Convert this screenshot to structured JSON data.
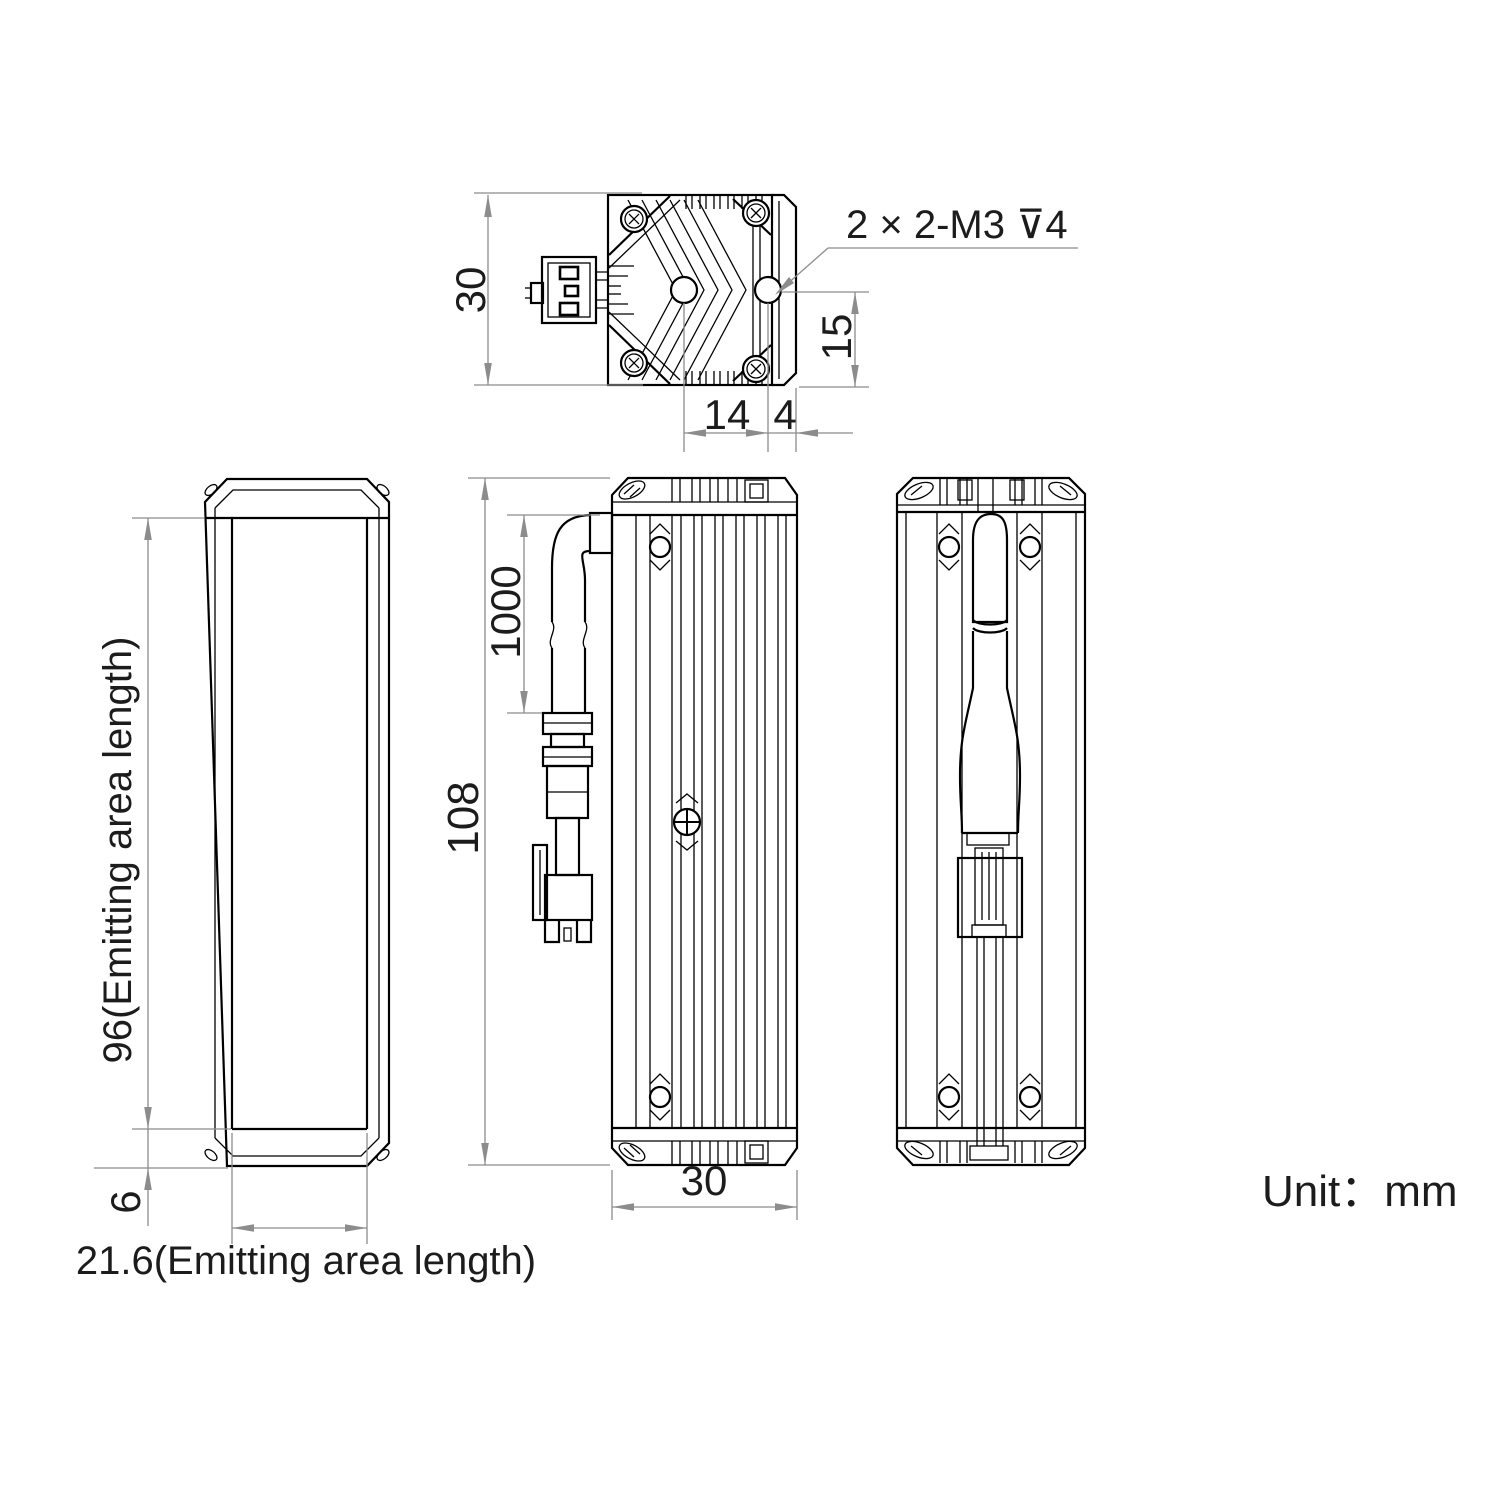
{
  "unit_note": "Unit：mm",
  "thread_note": "2 × 2-M3 ⊽4",
  "top_view": {
    "height_mm": "30",
    "hole_to_edge_vertical_mm": "15",
    "hole_spacing_mm": "14",
    "hole_to_edge_horizontal_mm": "4"
  },
  "front_view": {
    "emitting_area_length": "96(Emitting area length)",
    "emitting_area_bottom_offset_mm": "6",
    "emitting_area_width": "21.6(Emitting area length)"
  },
  "side_view": {
    "cable_length_mm": "1000",
    "body_length_mm": "108",
    "body_width_mm": "30"
  }
}
